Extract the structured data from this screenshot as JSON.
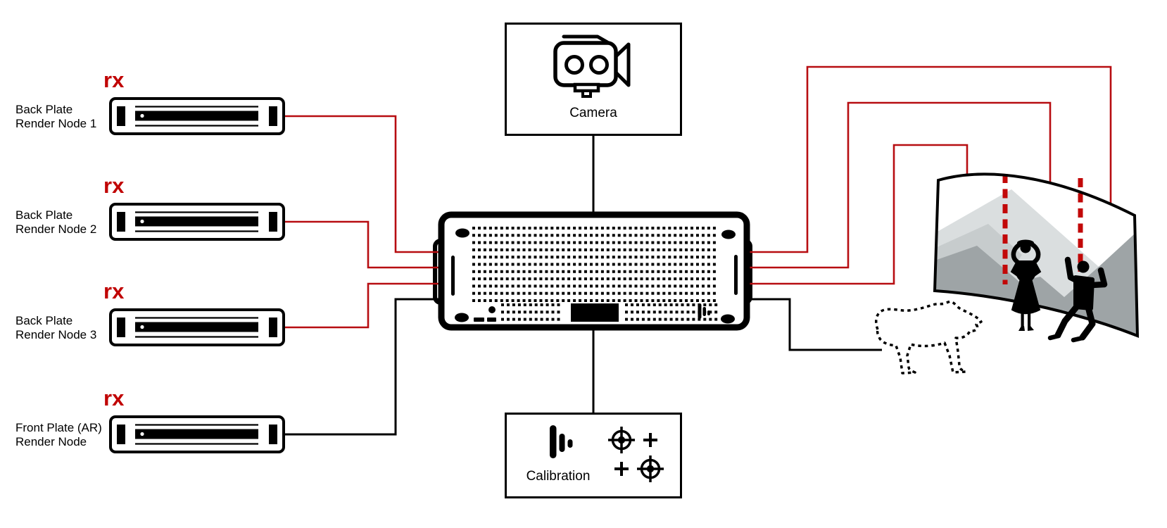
{
  "colors": {
    "connection_red": "#b70d11",
    "rx_red": "#c00000",
    "seam_dash_red": "#c20808",
    "line_black": "#000000",
    "mountain_light": "#dadedf",
    "mountain_midlight": "#c7cccd",
    "mountain_mid": "#9ea4a6"
  },
  "left_nodes": [
    {
      "rx_label": "rx",
      "name_line1": "Back Plate",
      "name_line2": "Render Node 1"
    },
    {
      "rx_label": "rx",
      "name_line1": "Back Plate",
      "name_line2": "Render Node 2"
    },
    {
      "rx_label": "rx",
      "name_line1": "Back Plate",
      "name_line2": "Render Node 3"
    },
    {
      "rx_label": "rx",
      "name_line1": "Front Plate (AR)",
      "name_line2": "Render Node"
    }
  ],
  "camera_box": {
    "label": "Camera",
    "icon": "video-camera-icon"
  },
  "calibration_box": {
    "label": "Calibration",
    "icons": [
      "signal-bars-icon",
      "crosshair-target-icon",
      "plus-marker-icon",
      "plus-marker-icon",
      "crosshair-target-icon"
    ]
  },
  "media_server": {
    "icon": "rack-server-front-panel-icon"
  },
  "scene": {
    "led_wall_icon": "curved-led-wall-with-mountains",
    "people_icons": [
      "person-hands-on-head-silhouette",
      "person-dancing-silhouette"
    ],
    "ar_object_icon": "bear-dotted-outline-icon"
  }
}
